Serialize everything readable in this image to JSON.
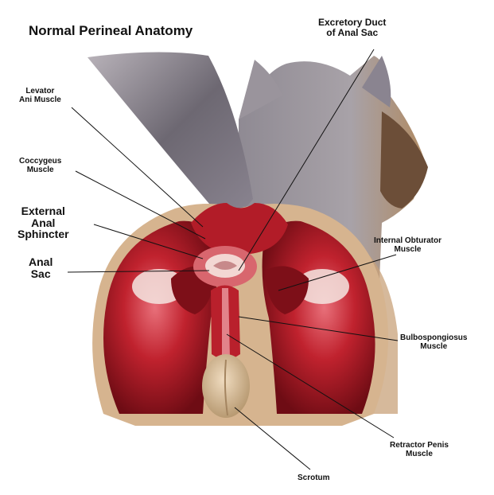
{
  "title": "Normal Perineal Anatomy",
  "labels": {
    "excretory_duct": "Excretory Duct\nof Anal Sac",
    "levator_ani": "Levator\nAni Muscle",
    "coccygeus": "Coccygeus\nMuscle",
    "external_anal_sphincter": "External\nAnal\nSphincter",
    "anal_sac": "Anal\nSac",
    "internal_obturator": "Internal Obturator\nMuscle",
    "bulbospongiosus": "Bulbospongiosus\nMuscle",
    "retractor_penis": "Retractor Penis\nMuscle",
    "scrotum": "Scrotum"
  },
  "colors": {
    "muscle": "#c0222e",
    "muscle_dark": "#7d0f18",
    "fur": "#7d7a83",
    "fur_tan": "#c9a27a",
    "leader_line": "#111111"
  }
}
